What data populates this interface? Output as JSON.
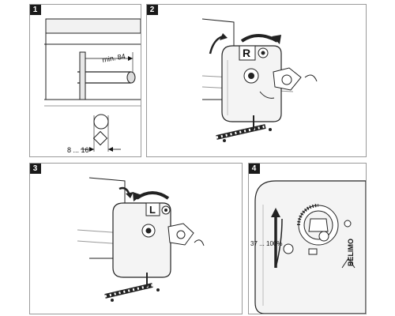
{
  "panels": [
    {
      "number": "1"
    },
    {
      "number": "2"
    },
    {
      "number": "3"
    },
    {
      "number": "4"
    }
  ],
  "panel1": {
    "min_label": "min. 84",
    "range_label": "8 ... 16"
  },
  "panel2": {
    "direction_label": "R"
  },
  "panel3": {
    "direction_label": "L"
  },
  "panel4": {
    "percent_label": "37 ... 100%",
    "brand": "BELIMO"
  }
}
